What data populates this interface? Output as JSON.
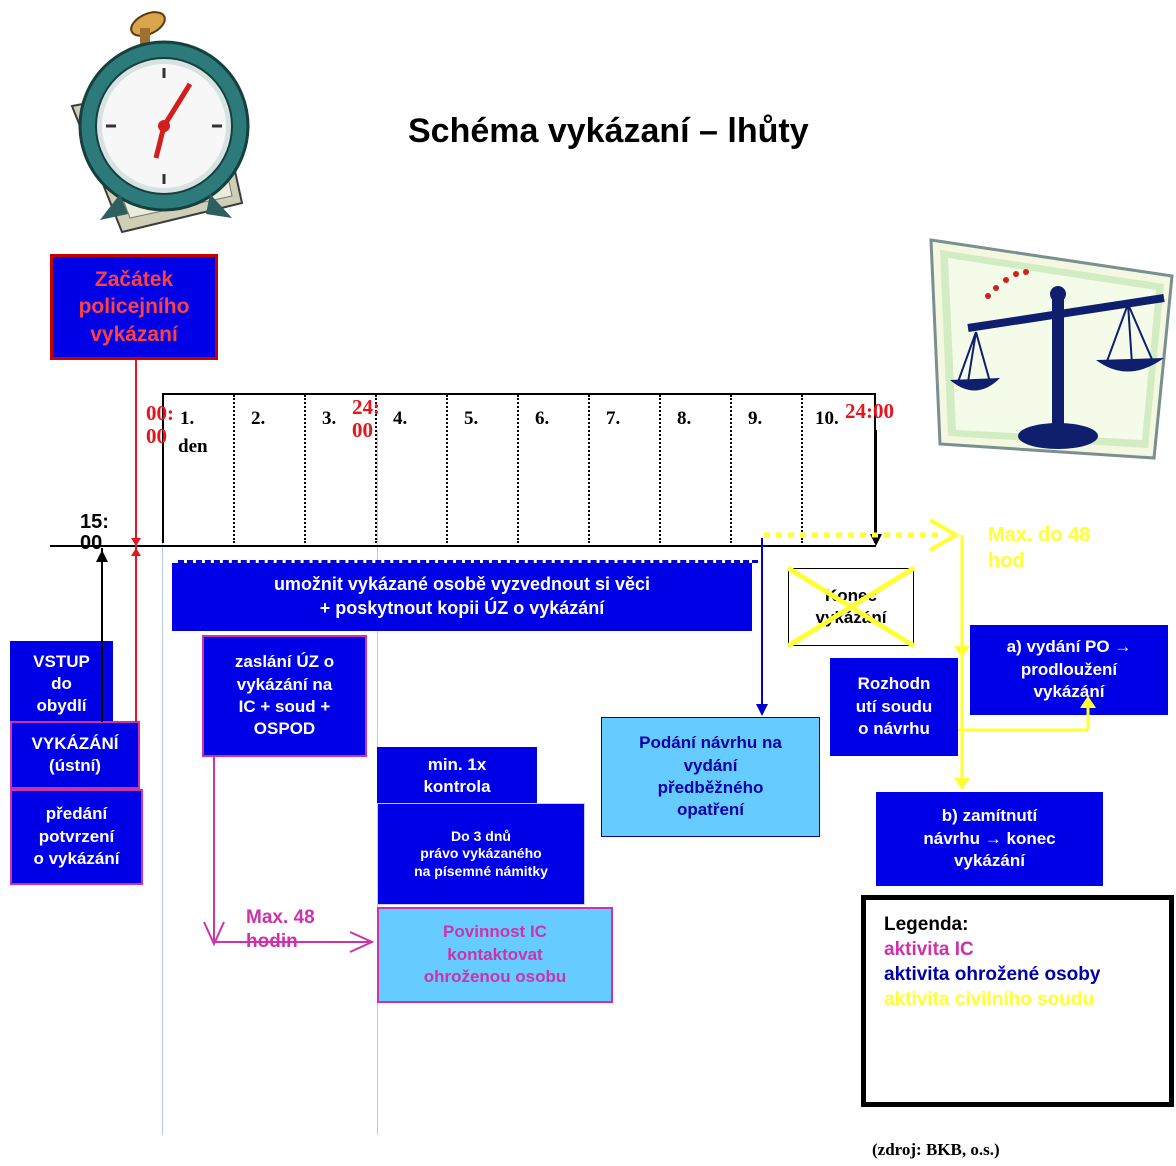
{
  "title": "Schéma vykázaní – lhůty",
  "colors": {
    "blue_box": "#0000e6",
    "light_box": "#66ccff",
    "ic": "#cc33aa",
    "person": "#0000aa",
    "court": "#ffff33",
    "time_red": "#e8141c"
  },
  "icons": {
    "clock": "alarm-clock-icon",
    "scales": "scales-of-justice-icon"
  },
  "start_box": "Začátek policejního vykázaní",
  "days": [
    "1.",
    "2.",
    "3.",
    "4.",
    "5.",
    "6.",
    "7.",
    "8.",
    "9.",
    "10."
  ],
  "day_word": "den",
  "times": {
    "start": "00:\n00",
    "end_day3": "24:\n00",
    "end_day10": "24:00",
    "entry": "15:\n00"
  },
  "boxes": {
    "enable": "umožnit vykázané osobě vyzvednout si věci\n+ poskytnout kopii ÚZ o vykázání",
    "entry": "VSTUP\ndo\nobydlí",
    "verbal": "VYKÁZÁNÍ\n(ústní)",
    "confirmation": "předání\npotvrzení\no vykázání",
    "send": "zaslání ÚZ o\nvykázání na\nIC + soud +\nOSPOD",
    "control": "min. 1x\nkontrola",
    "objection": "Do 3 dnů\nprávo vykázaného\nna písemné námitky",
    "ic_duty": "Povinnost IC\nkontaktovat\nohroženou osobu",
    "proposal": "Podání návrhu na\nvydání\npředběžného\nopatření",
    "decision": "Rozhodn\nutí soudu\no návrhu",
    "issue_po": "a) vydání PO →\nprodloužení\nvykázání",
    "reject": "b) zamítnutí\nnávrhu → konec\nvykázání",
    "end": "Konec\nvykázání"
  },
  "labels": {
    "max48h": "Max. 48\nhodin",
    "max48court": "Max. do 48\nhod"
  },
  "legend": {
    "title": "Legenda:",
    "ic": "aktivita IC",
    "person": "aktivita ohrožené osoby",
    "court": "aktivita civilního soudu"
  },
  "source": "(zdroj: BKB, o.s.)"
}
